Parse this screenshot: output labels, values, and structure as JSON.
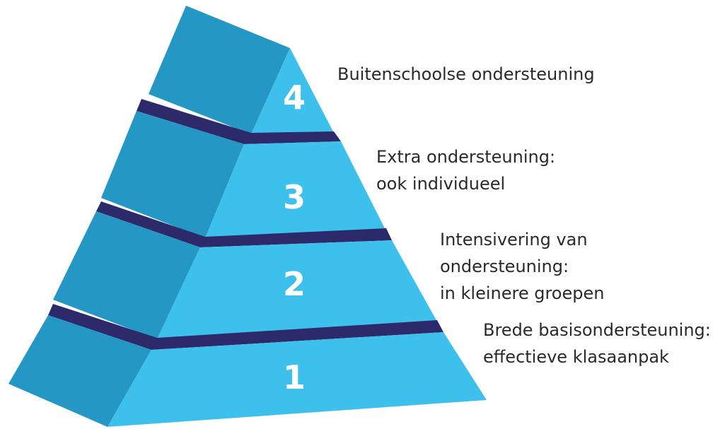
{
  "colors": {
    "front_face": "#3ec0ec",
    "left_face": "#2597c4",
    "band": "#2c2a6b",
    "number_text": "#ffffff",
    "label_text": "#2a2a2a"
  },
  "levels": [
    {
      "number": "4",
      "label_lines": [
        "Buitenschoolse ondersteuning"
      ]
    },
    {
      "number": "3",
      "label_lines": [
        "Extra ondersteuning:",
        "ook individueel"
      ]
    },
    {
      "number": "2",
      "label_lines": [
        "Intensivering van",
        "ondersteuning:",
        "in kleinere groepen"
      ]
    },
    {
      "number": "1",
      "label_lines": [
        "Brede basisondersteuning:",
        "effectieve klasaanpak"
      ]
    }
  ]
}
